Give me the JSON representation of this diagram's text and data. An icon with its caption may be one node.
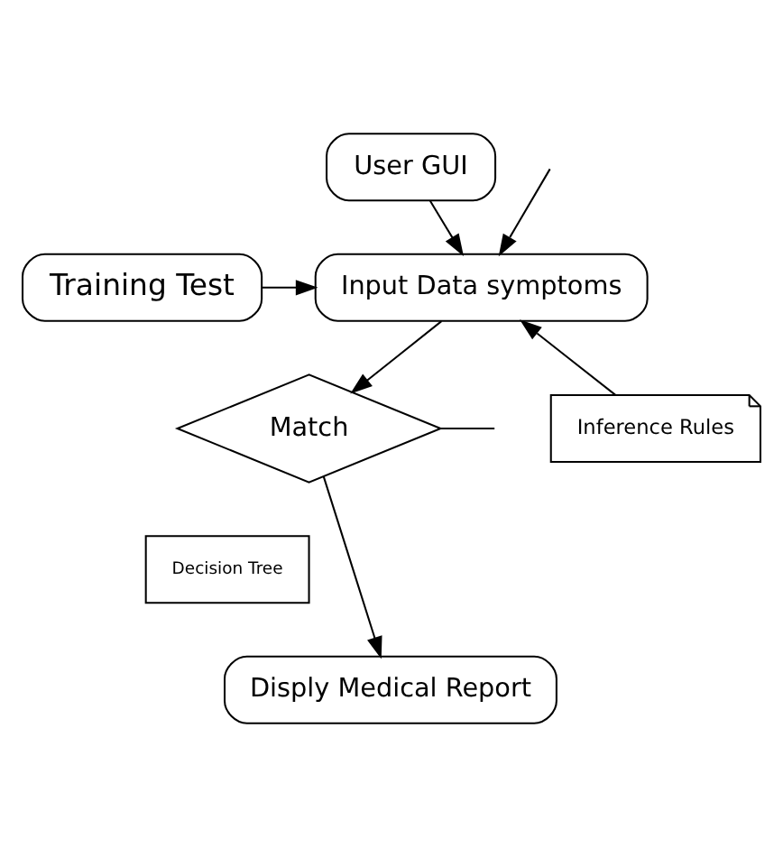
{
  "diagram": {
    "nodes": [
      {
        "text": [
          "User GUI"
        ]
      },
      {
        "text": [
          "Training Test"
        ]
      },
      {
        "text": [
          "Input Data symptoms"
        ]
      },
      {
        "text": [
          "Inference Rules"
        ]
      },
      {
        "text": [
          "Match"
        ]
      },
      {
        "text": [
          "Decision Tree"
        ]
      },
      {
        "text": [
          "Disply Medical Report"
        ]
      }
    ],
    "edges": [
      {
        "from": 0,
        "to": 2,
        "arrow": "to"
      },
      {
        "from": null,
        "to": 2,
        "arrow": "to"
      },
      {
        "from": 1,
        "to": 2,
        "arrow": "to"
      },
      {
        "from": 3,
        "to": 2,
        "arrow": "to"
      },
      {
        "from": 2,
        "to": 4,
        "arrow": "to"
      },
      {
        "from": 4,
        "to": null,
        "arrow": "none"
      },
      {
        "from": 4,
        "to": 6,
        "arrow": "to"
      }
    ]
  }
}
